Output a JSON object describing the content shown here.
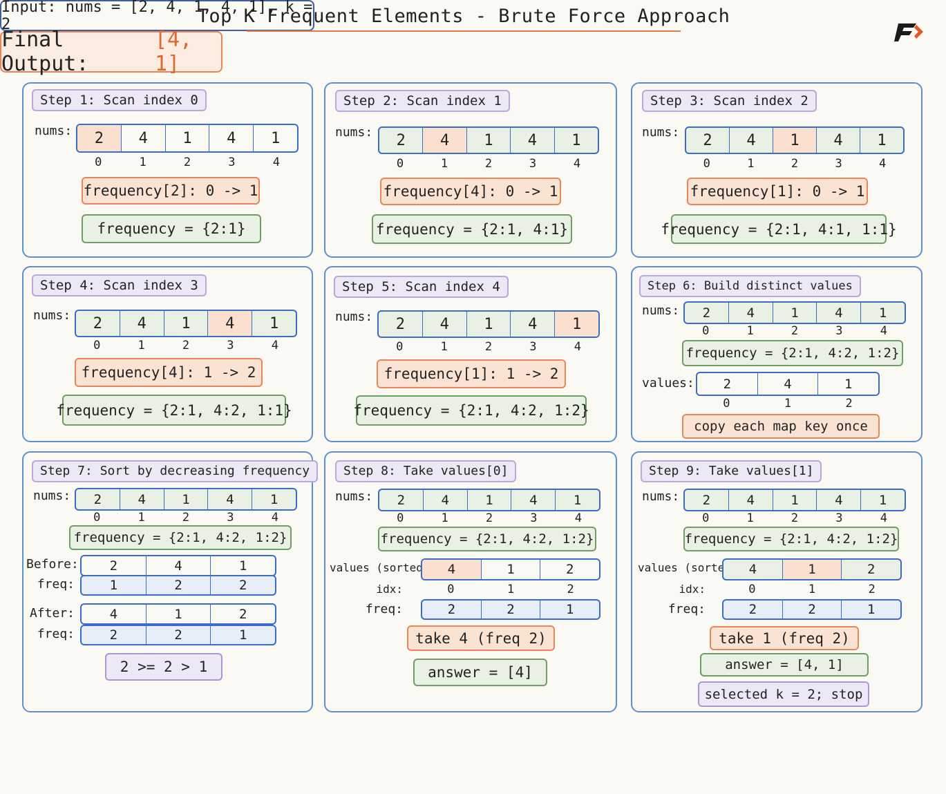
{
  "title": "Top K Frequent Elements - Brute Force Approach",
  "input": "Input:  nums = [2, 4, 1, 4, 1], k = 2",
  "nums_label": "nums:",
  "colors": {
    "accent_orange": "#e8865a",
    "panel_blue": "#5b8fd6",
    "green": "#6f9d63",
    "purple": "#a898d8"
  },
  "logo_icon": "brand-logo-icon",
  "steps": [
    {
      "header": "Step 1: Scan index 0",
      "nums": [
        "2",
        "4",
        "1",
        "4",
        "1"
      ],
      "idx": [
        "0",
        "1",
        "2",
        "3",
        "4"
      ],
      "highlight": 0,
      "update": "frequency[2]: 0 -> 1",
      "freq": "frequency = {2:1}"
    },
    {
      "header": "Step 2: Scan index 1",
      "nums": [
        "2",
        "4",
        "1",
        "4",
        "1"
      ],
      "idx": [
        "0",
        "1",
        "2",
        "3",
        "4"
      ],
      "highlight": 1,
      "update": "frequency[4]: 0 -> 1",
      "freq": "frequency = {2:1, 4:1}"
    },
    {
      "header": "Step 3: Scan index 2",
      "nums": [
        "2",
        "4",
        "1",
        "4",
        "1"
      ],
      "idx": [
        "0",
        "1",
        "2",
        "3",
        "4"
      ],
      "highlight": 2,
      "update": "frequency[1]: 0 -> 1",
      "freq": "frequency = {2:1, 4:1, 1:1}"
    },
    {
      "header": "Step 4: Scan index 3",
      "nums": [
        "2",
        "4",
        "1",
        "4",
        "1"
      ],
      "idx": [
        "0",
        "1",
        "2",
        "3",
        "4"
      ],
      "highlight": 3,
      "update": "frequency[4]: 1 -> 2",
      "freq": "frequency = {2:1, 4:2, 1:1}"
    },
    {
      "header": "Step 5: Scan index 4",
      "nums": [
        "2",
        "4",
        "1",
        "4",
        "1"
      ],
      "idx": [
        "0",
        "1",
        "2",
        "3",
        "4"
      ],
      "highlight": 4,
      "update": "frequency[1]: 1 -> 2",
      "freq": "frequency = {2:1, 4:2, 1:2}"
    },
    {
      "header": "Step 6: Build distinct values",
      "nums": [
        "2",
        "4",
        "1",
        "4",
        "1"
      ],
      "idx": [
        "0",
        "1",
        "2",
        "3",
        "4"
      ],
      "freq": "frequency = {2:1, 4:2, 1:2}",
      "values_label": "values:",
      "values": [
        "2",
        "4",
        "1"
      ],
      "values_idx": [
        "0",
        "1",
        "2"
      ],
      "note": "copy each map key once"
    },
    {
      "header": "Step 7: Sort by decreasing frequency",
      "nums": [
        "2",
        "4",
        "1",
        "4",
        "1"
      ],
      "idx": [
        "0",
        "1",
        "2",
        "3",
        "4"
      ],
      "freq": "frequency = {2:1, 4:2, 1:2}",
      "before_label": "Before:",
      "before_values": [
        "2",
        "4",
        "1"
      ],
      "freq_label": "freq:",
      "before_freq": [
        "1",
        "2",
        "2"
      ],
      "after_label": "After:",
      "after_values": [
        "4",
        "1",
        "2"
      ],
      "after_freq": [
        "2",
        "2",
        "1"
      ],
      "compare": "2 >= 2 > 1"
    },
    {
      "header": "Step 8: Take values[0]",
      "nums": [
        "2",
        "4",
        "1",
        "4",
        "1"
      ],
      "idx": [
        "0",
        "1",
        "2",
        "3",
        "4"
      ],
      "freq": "frequency = {2:1, 4:2, 1:2}",
      "sorted_label": "values (sorted):",
      "sorted": [
        "4",
        "1",
        "2"
      ],
      "highlight": 0,
      "idx_label": "idx:",
      "sorted_idx": [
        "0",
        "1",
        "2"
      ],
      "freq_label": "freq:",
      "sorted_freq": [
        "2",
        "2",
        "1"
      ],
      "take": "take 4 (freq 2)",
      "answer": "answer = [4]"
    },
    {
      "header": "Step 9: Take values[1]",
      "nums": [
        "2",
        "4",
        "1",
        "4",
        "1"
      ],
      "idx": [
        "0",
        "1",
        "2",
        "3",
        "4"
      ],
      "freq": "frequency = {2:1, 4:2, 1:2}",
      "sorted_label": "values (sorted):",
      "sorted": [
        "4",
        "1",
        "2"
      ],
      "highlight": 1,
      "idx_label": "idx:",
      "sorted_idx": [
        "0",
        "1",
        "2"
      ],
      "freq_label": "freq:",
      "sorted_freq": [
        "2",
        "2",
        "1"
      ],
      "take": "take 1 (freq 2)",
      "answer": "answer = [4, 1]",
      "stop": "selected k = 2; stop"
    }
  ],
  "final": {
    "label": "Final Output:",
    "value": "[4, 1]"
  }
}
